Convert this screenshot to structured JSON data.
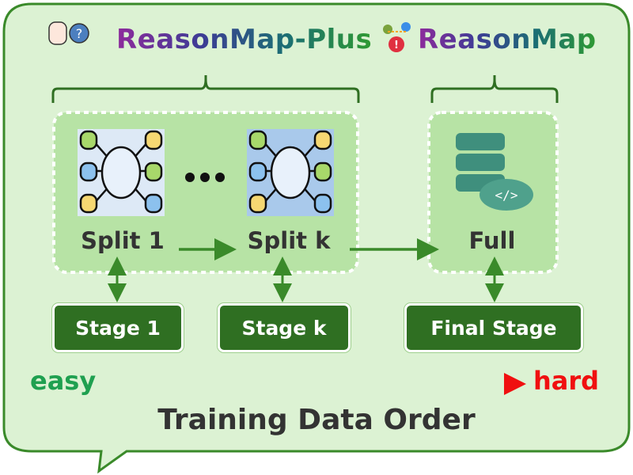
{
  "header": {
    "plus_title": "ReasonMap-Plus",
    "main_title": "ReasonMap"
  },
  "splits": [
    {
      "label": "Split 1"
    },
    {
      "label": "Split k"
    },
    {
      "label": "Full"
    }
  ],
  "stages": [
    {
      "label": "Stage 1"
    },
    {
      "label": "Stage k"
    },
    {
      "label": "Final Stage"
    }
  ],
  "difficulty": {
    "start": "easy",
    "end": "hard",
    "start_color": "#1fa050",
    "end_color": "#f01010"
  },
  "footer": "Training Data Order"
}
